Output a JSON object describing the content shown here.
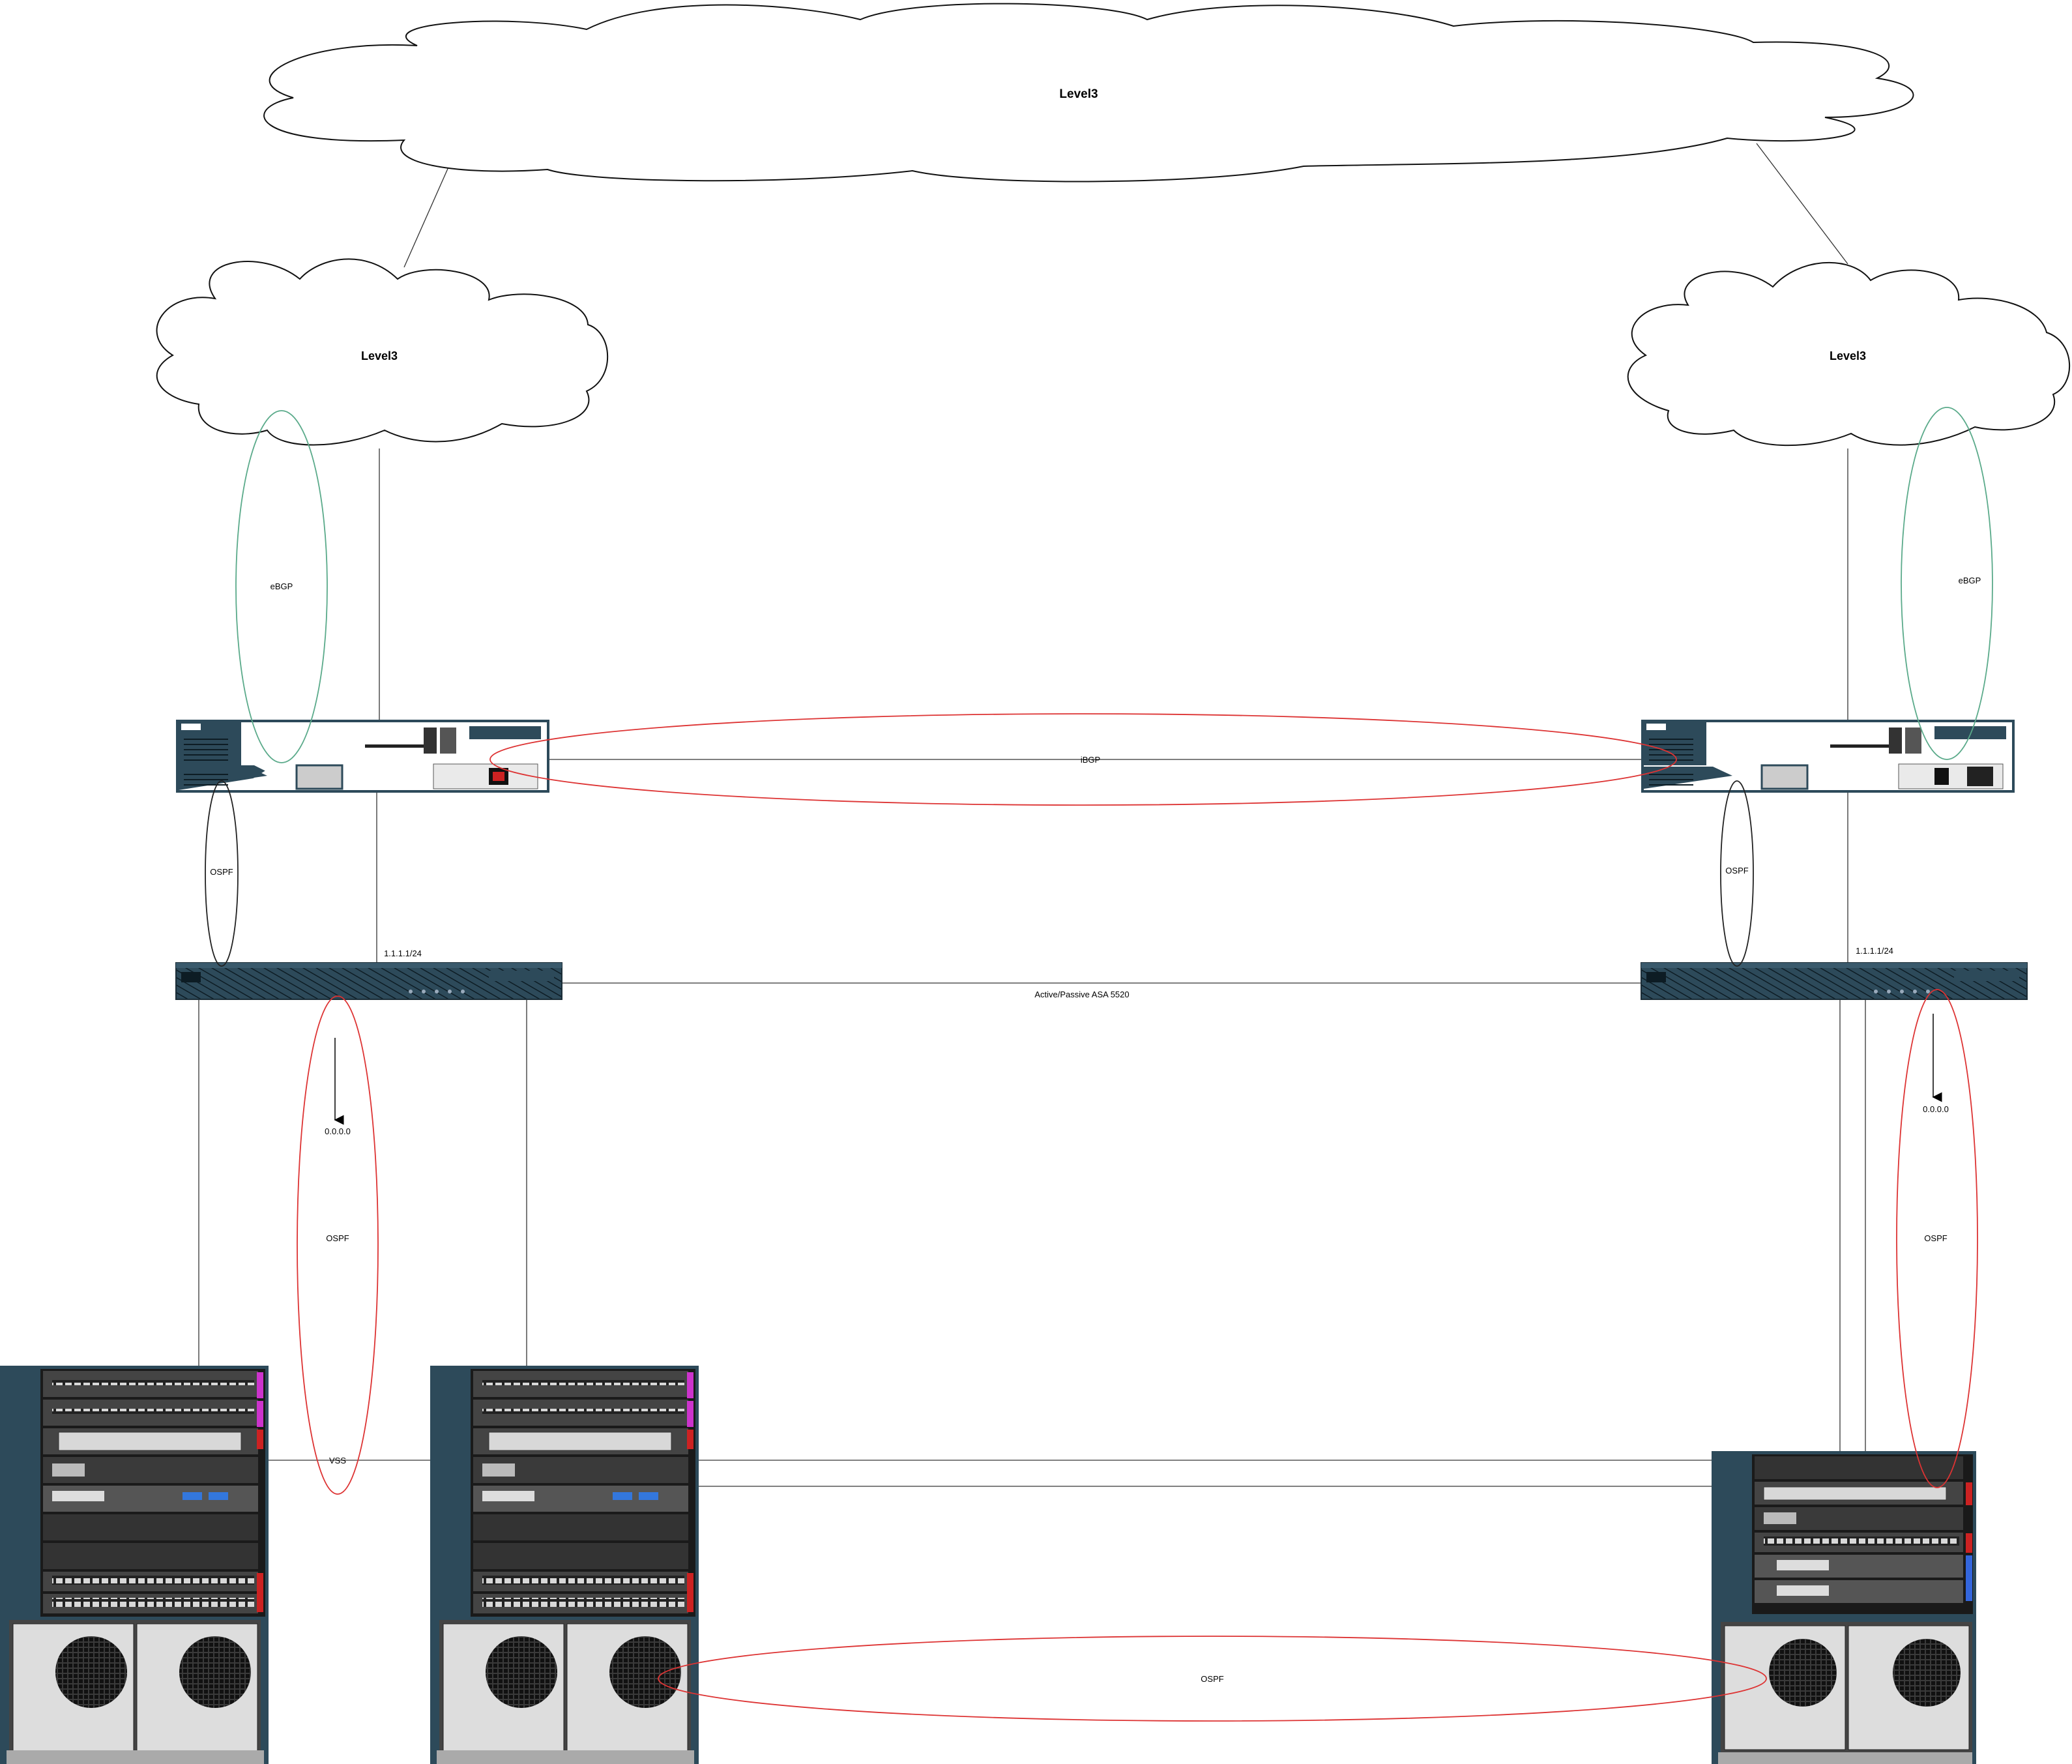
{
  "clouds": {
    "top": "Level3",
    "left": "Level3",
    "right": "Level3"
  },
  "protocols": {
    "ebgp_left": "eBGP",
    "ebgp_right": "eBGP",
    "ibgp": "iBGP",
    "ospf_left_router": "OSPF",
    "ospf_right_router": "OSPF",
    "ospf_left_asa": "OSPF",
    "ospf_right_asa": "OSPF",
    "ospf_bottom": "OSPF",
    "vss": "VSS"
  },
  "addresses": {
    "left_asa_ip": "1.1.1.1/24",
    "right_asa_ip": "1.1.1.1/24",
    "left_default_route": "0.0.0.0",
    "right_default_route": "0.0.0.0"
  },
  "links": {
    "asa_pair": "Active/Passive ASA 5520"
  },
  "colors": {
    "device_dark": "#2d4a5a",
    "device_light": "#ffffff",
    "ebgp_ellipse": "#5aaa8a",
    "ospf_ellipse": "#dd3333",
    "magenta_module": "#cc33cc",
    "red_module": "#cc2222",
    "blue_module": "#3366dd"
  }
}
